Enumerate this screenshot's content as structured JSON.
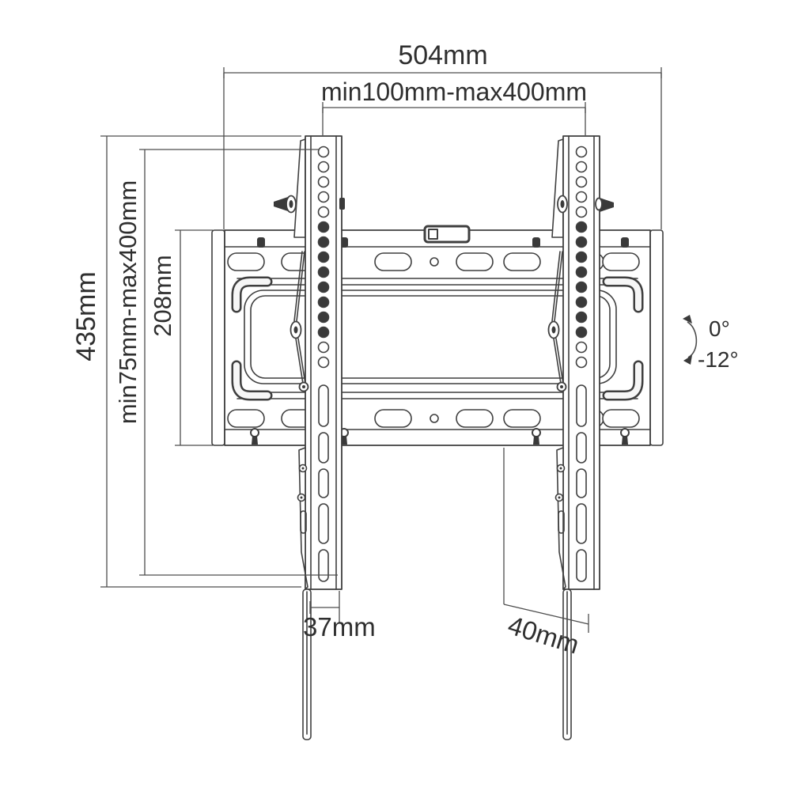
{
  "diagram": {
    "subject": "Tilting TV wall mount bracket - front view dimension drawing",
    "background": "#ffffff",
    "line_color": "#3f3f3f",
    "dim_color": "#4d4d4d",
    "text_color": "#2f2f2f",
    "dark_fill": "#3a3a3a",
    "dimensions": {
      "overall_width": "504mm",
      "vesa_width_range": "min100mm-max400mm",
      "overall_height": "435mm",
      "vesa_height_range": "min75mm-max400mm",
      "wall_plate_height": "208mm",
      "rail_bottom_offset": "37mm",
      "rail_wall_gap": "40mm",
      "tilt_angle_max": "0°",
      "tilt_angle_min": "-12°"
    }
  }
}
